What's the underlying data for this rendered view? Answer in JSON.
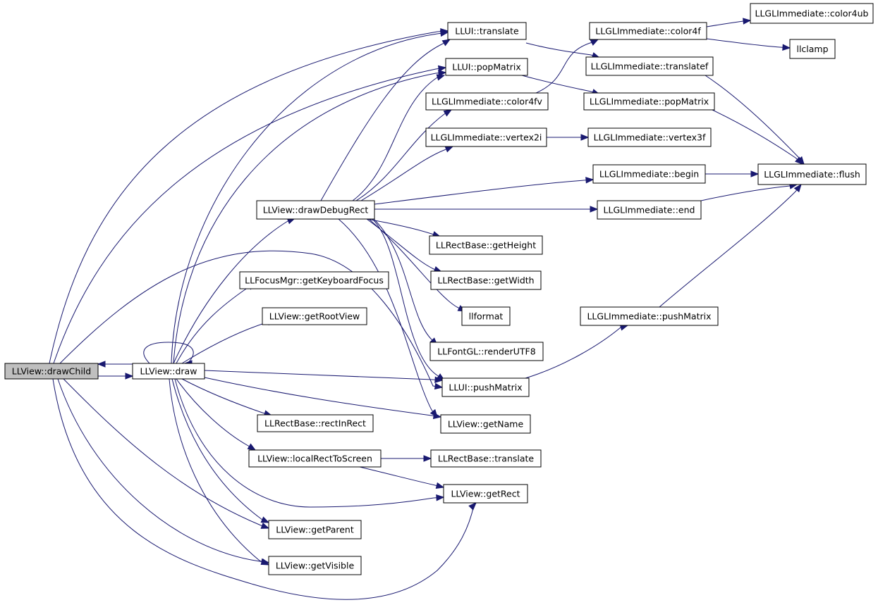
{
  "graph": {
    "edge_color": "#191970",
    "root_fill": "#bfbfbf",
    "nodes": {
      "drawChild": "LLView::drawChild",
      "draw": "LLView::draw",
      "drawDebugRect": "LLView::drawDebugRect",
      "getKeyboardFocus": "LLFocusMgr::getKeyboardFocus",
      "getRootView": "LLView::getRootView",
      "rectInRect": "LLRectBase::rectInRect",
      "localRectToScreen": "LLView::localRectToScreen",
      "getParent": "LLView::getParent",
      "getVisible": "LLView::getVisible",
      "uiTranslate": "LLUI::translate",
      "uiPopMatrix": "LLUI::popMatrix",
      "color4fv": "LLGLImmediate::color4fv",
      "vertex2i": "LLGLImmediate::vertex2i",
      "getHeight": "LLRectBase::getHeight",
      "getWidth": "LLRectBase::getWidth",
      "llformat": "llformat",
      "renderUTF8": "LLFontGL::renderUTF8",
      "uiPushMatrix": "LLUI::pushMatrix",
      "getName": "LLView::getName",
      "rectTranslate": "LLRectBase::translate",
      "getRect": "LLView::getRect",
      "color4f": "LLGLImmediate::color4f",
      "translatef": "LLGLImmediate::translatef",
      "glPopMatrix": "LLGLImmediate::popMatrix",
      "vertex3f": "LLGLImmediate::vertex3f",
      "begin": "LLGLImmediate::begin",
      "end": "LLGLImmediate::end",
      "glPushMatrix": "LLGLImmediate::pushMatrix",
      "color4ub": "LLGLImmediate::color4ub",
      "llclamp": "llclamp",
      "flush": "LLGLImmediate::flush"
    },
    "edges": [
      [
        "drawChild",
        "draw"
      ],
      [
        "draw",
        "drawChild"
      ],
      [
        "draw",
        "draw"
      ],
      [
        "drawChild",
        "uiTranslate"
      ],
      [
        "drawChild",
        "uiPopMatrix"
      ],
      [
        "drawChild",
        "uiPushMatrix"
      ],
      [
        "drawChild",
        "getParent"
      ],
      [
        "drawChild",
        "getVisible"
      ],
      [
        "drawChild",
        "getRect"
      ],
      [
        "draw",
        "drawDebugRect"
      ],
      [
        "draw",
        "getKeyboardFocus"
      ],
      [
        "draw",
        "getRootView"
      ],
      [
        "draw",
        "rectInRect"
      ],
      [
        "draw",
        "localRectToScreen"
      ],
      [
        "draw",
        "getParent"
      ],
      [
        "draw",
        "getVisible"
      ],
      [
        "draw",
        "uiTranslate"
      ],
      [
        "draw",
        "uiPopMatrix"
      ],
      [
        "draw",
        "uiPushMatrix"
      ],
      [
        "draw",
        "getName"
      ],
      [
        "draw",
        "getRect"
      ],
      [
        "drawDebugRect",
        "uiTranslate"
      ],
      [
        "drawDebugRect",
        "uiPopMatrix"
      ],
      [
        "drawDebugRect",
        "color4fv"
      ],
      [
        "drawDebugRect",
        "vertex2i"
      ],
      [
        "drawDebugRect",
        "begin"
      ],
      [
        "drawDebugRect",
        "end"
      ],
      [
        "drawDebugRect",
        "getHeight"
      ],
      [
        "drawDebugRect",
        "getWidth"
      ],
      [
        "drawDebugRect",
        "llformat"
      ],
      [
        "drawDebugRect",
        "renderUTF8"
      ],
      [
        "drawDebugRect",
        "uiPushMatrix"
      ],
      [
        "drawDebugRect",
        "getName"
      ],
      [
        "localRectToScreen",
        "rectTranslate"
      ],
      [
        "localRectToScreen",
        "getRect"
      ],
      [
        "uiTranslate",
        "translatef"
      ],
      [
        "uiPopMatrix",
        "glPopMatrix"
      ],
      [
        "color4fv",
        "color4f"
      ],
      [
        "vertex2i",
        "vertex3f"
      ],
      [
        "uiPushMatrix",
        "glPushMatrix"
      ],
      [
        "color4f",
        "color4ub"
      ],
      [
        "color4f",
        "llclamp"
      ],
      [
        "translatef",
        "flush"
      ],
      [
        "glPopMatrix",
        "flush"
      ],
      [
        "begin",
        "flush"
      ],
      [
        "end",
        "flush"
      ],
      [
        "glPushMatrix",
        "flush"
      ]
    ]
  }
}
